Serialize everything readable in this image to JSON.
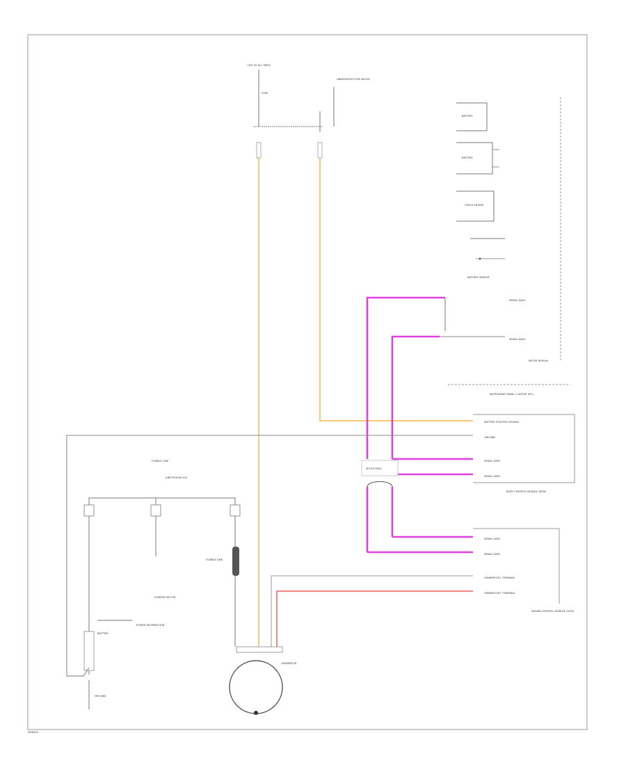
{
  "colors": {
    "frame": "#888888",
    "wire_orange": "#f5a623",
    "wire_magenta": "#e040e0",
    "wire_gray": "#888888",
    "wire_red": "#e83a3a",
    "wire_dark": "#555555"
  },
  "labels": {
    "hot_at_all_times": "HOT AT ALL TIMES",
    "fuse": "FUSE",
    "underhood_fuse_block": "UNDERHOOD FUSE BLOCK",
    "battery_indicator_1": "BATTERY",
    "battery_indicator_2": "BATTERY",
    "check_engine": "CHECK ENGINE",
    "battery_sensor": "BATTERY SENSOR",
    "serial_data_1": "SERIAL DATA",
    "serial_data_2": "SERIAL DATA",
    "meter_display": "METER DISPLAY",
    "instrument_panel_cluster": "INSTRUMENT PANEL CLUSTER (IPC)",
    "bcm_pin_1": "BATTERY POSITIVE VOLTAGE",
    "bcm_pin_2": "GROUND",
    "bcm_pin_3": "SERIAL DATA",
    "bcm_pin_4": "SERIAL DATA",
    "bcm_name": "BODY CONTROL MODULE (BCM)",
    "ecm_pin_1": "SERIAL DATA",
    "ecm_pin_2": "SERIAL DATA",
    "ecm_pin_3": "GENERATOR L TERMINAL",
    "ecm_pin_4": "GENERATOR F TERMINAL",
    "ecm_name": "ENGINE CONTROL MODULE (ECM)",
    "fusible_link": "FUSIBLE LINK",
    "junction_block": "JUNCTION BLOCK",
    "starter_motor": "STARTER MOTOR",
    "power_distribution": "POWER DISTRIBUTION",
    "battery": "BATTERY",
    "ground": "GROUND",
    "generator": "GENERATOR",
    "splice_pack": "SPLICE PACK",
    "footer_code": "W06492"
  }
}
